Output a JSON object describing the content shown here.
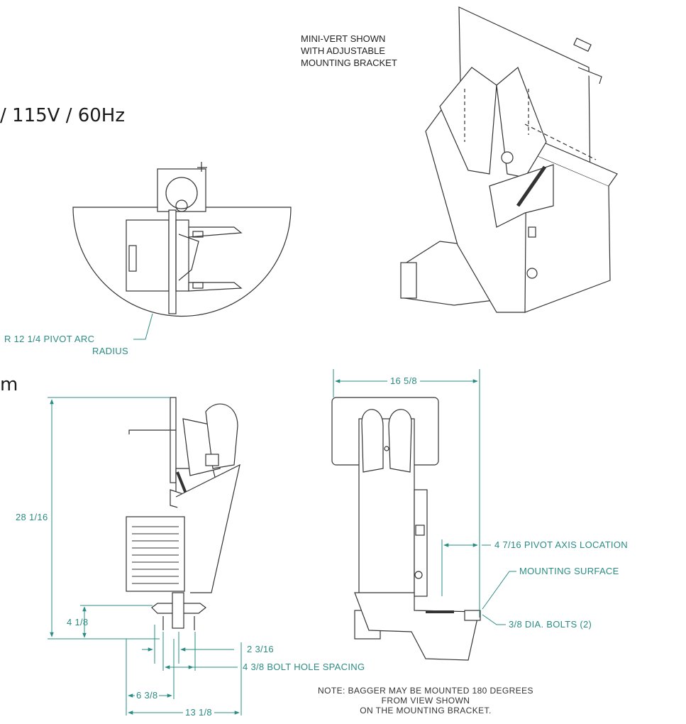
{
  "header": {
    "voltage_text": "/ 115V / 60Hz",
    "fragment_text": "m"
  },
  "caption": {
    "lines": [
      "MINI-VERT SHOWN",
      "WITH ADJUSTABLE",
      "MOUNTING BRACKET"
    ]
  },
  "top_view": {
    "pivot_arc_label": "R 12 1/4  PIVOT ARC",
    "pivot_arc_label_2": "RADIUS"
  },
  "side_view": {
    "height": "28 1/16",
    "bracket_height": "4 1/8",
    "offset_small": "2 3/16",
    "bolt_hole_spacing": "4 3/8  BOLT HOLE SPACING",
    "width_small": "6 3/8",
    "width_total": "13 1/8"
  },
  "front_view": {
    "width": "16 5/8",
    "pivot_axis": "4 7/16  PIVOT AXIS LOCATION",
    "mounting_surface": "MOUNTING SURFACE",
    "bolts": "3/8 DIA. BOLTS (2)"
  },
  "note": {
    "lines": [
      "NOTE: BAGGER MAY BE MOUNTED 180 DEGREES",
      "FROM VIEW SHOWN",
      "ON THE MOUNTING BRACKET."
    ]
  },
  "colors": {
    "dimension": "#2a8c84",
    "line": "#333333"
  }
}
